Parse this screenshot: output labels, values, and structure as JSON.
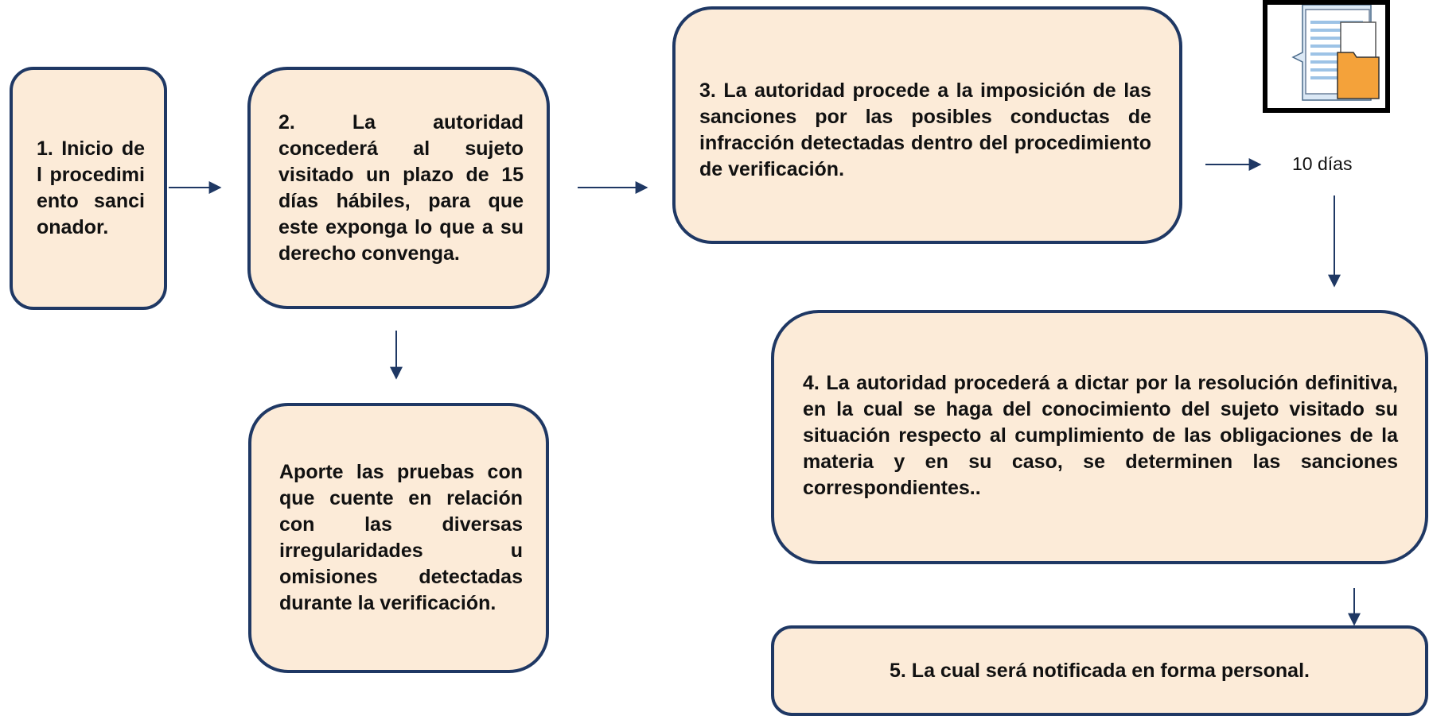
{
  "steps": {
    "step1": "1. Inicio del procedimiento sancionador.",
    "step2": "2. La autoridad concederá al sujeto visitado un plazo de 15 días hábiles, para que este exponga lo que a su derecho convenga.",
    "step3": "3. La autoridad procede a la imposición de las sanciones por las posibles conductas de infracción detectadas dentro del procedimiento de verificación.",
    "evidence": "Aporte las pruebas con que cuente en relación con las diversas irregularidades u omisiones detectadas durante la verificación.",
    "step4": "4. La autoridad procederá a dictar por la resolución definitiva, en la cual se haga del conocimiento del sujeto visitado su situación respecto al cumplimiento de las obligaciones de la materia y en su caso, se determinen las sanciones correspondientes..",
    "step5": "5. La cual será notificada en forma personal."
  },
  "timer_label": "10 días",
  "icon": "documents-folder-icon",
  "colors": {
    "box_fill": "#fcebd8",
    "box_border": "#1f3864",
    "arrow": "#1f3864",
    "folder": "#f4a23a",
    "doc_lines": "#9dc3e6"
  }
}
